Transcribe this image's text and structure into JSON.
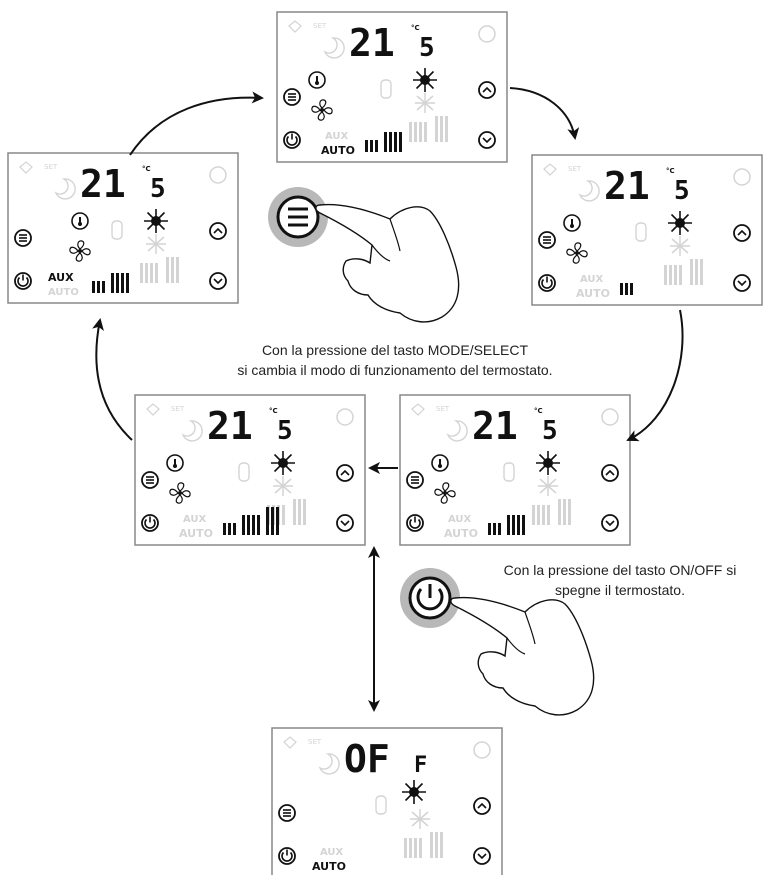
{
  "captions": {
    "mode_line1": "Con la pressione del tasto MODE/SELECT",
    "mode_line2": "si cambia il modo di funzionamento del termostato.",
    "onoff_line1": "Con la pressione del tasto ON/OFF si",
    "onoff_line2": "spegne il termostato."
  },
  "panel_labels": {
    "aux": "AUX",
    "auto": "AUTO",
    "set": "SET",
    "celsius": "°C",
    "temp_main": "21",
    "temp_decimal": "5",
    "off_main": "OF",
    "off_suffix": "F"
  },
  "panels": [
    {
      "id": "top",
      "state": "auto-fan",
      "fan_bars": 2,
      "active_label": "auto"
    },
    {
      "id": "right-upper",
      "state": "speed-1",
      "fan_bars": 1,
      "active_label": "none"
    },
    {
      "id": "right-lower",
      "state": "speed-2",
      "fan_bars": 2,
      "active_label": "none"
    },
    {
      "id": "left-lower",
      "state": "speed-3",
      "fan_bars": 3,
      "active_label": "none"
    },
    {
      "id": "left-upper",
      "state": "aux",
      "fan_bars": 2,
      "active_label": "aux"
    },
    {
      "id": "bottom",
      "state": "off",
      "fan_bars": 0,
      "active_label": "auto"
    }
  ],
  "colors": {
    "ink": "#111111",
    "faded": "#d4d4d4",
    "panel_border": "#888888",
    "button_glow": "#b8b8b8"
  },
  "icons": [
    "menu-icon",
    "power-icon",
    "thermometer-icon",
    "sun-icon",
    "fan-icon",
    "snowflake-icon",
    "up-arrow-icon",
    "down-arrow-icon",
    "hand-icon"
  ]
}
